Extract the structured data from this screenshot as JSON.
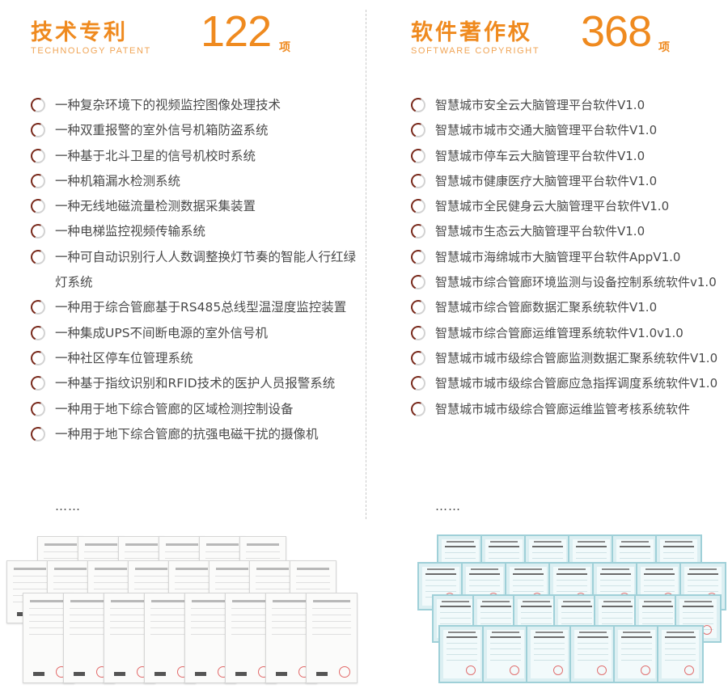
{
  "patent": {
    "title_cn": "技术专利",
    "title_en": "TECHNOLOGY PATENT",
    "count": "122",
    "unit": "项",
    "items": [
      "一种复杂环境下的视频监控图像处理技术",
      "一种双重报警的室外信号机箱防盗系统",
      "一种基于北斗卫星的信号机校时系统",
      "一种机箱漏水检测系统",
      "一种无线地磁流量检测数据采集装置",
      "一种电梯监控视频传输系统",
      "一种可自动识别行人人数调整换灯节奏的智能人行红绿灯系统",
      "一种用于综合管廊基于RS485总线型温湿度监控装置",
      "一种集成UPS不间断电源的室外信号机",
      "一种社区停车位管理系统",
      "一种基于指纹识别和RFID技术的医护人员报警系统",
      "一种用于地下综合管廊的区域检测控制设备",
      "一种用于地下综合管廊的抗强电磁干扰的摄像机"
    ],
    "ellipsis": "……"
  },
  "software": {
    "title_cn": "软件著作权",
    "title_en": "SOFTWARE COPYRIGHT",
    "count": "368",
    "unit": "项",
    "items": [
      "智慧城市安全云大脑管理平台软件V1.0",
      "智慧城市城市交通大脑管理平台软件V1.0",
      "智慧城市停车云大脑管理平台软件V1.0",
      "智慧城市健康医疗大脑管理平台软件V1.0",
      "智慧城市全民健身云大脑管理平台软件V1.0",
      "智慧城市生态云大脑管理平台软件V1.0",
      "智慧城市海绵城市大脑管理平台软件AppV1.0",
      "智慧城市综合管廊环境监测与设备控制系统软件v1.0",
      "智慧城市综合管廊数据汇聚系统软件V1.0",
      "智慧城市综合管廊运维管理系统软件V1.0v1.0",
      "智慧城市城市级综合管廊监测数据汇聚系统软件V1.0",
      "智慧城市城市级综合管廊应急指挥调度系统软件V1.0",
      "智慧城市城市级综合管廊运维监管考核系统软件"
    ],
    "ellipsis": "……"
  },
  "colors": {
    "accent": "#ef8a1f",
    "bullet_arc": "#7a2a1c",
    "text": "#4a4a4a"
  }
}
